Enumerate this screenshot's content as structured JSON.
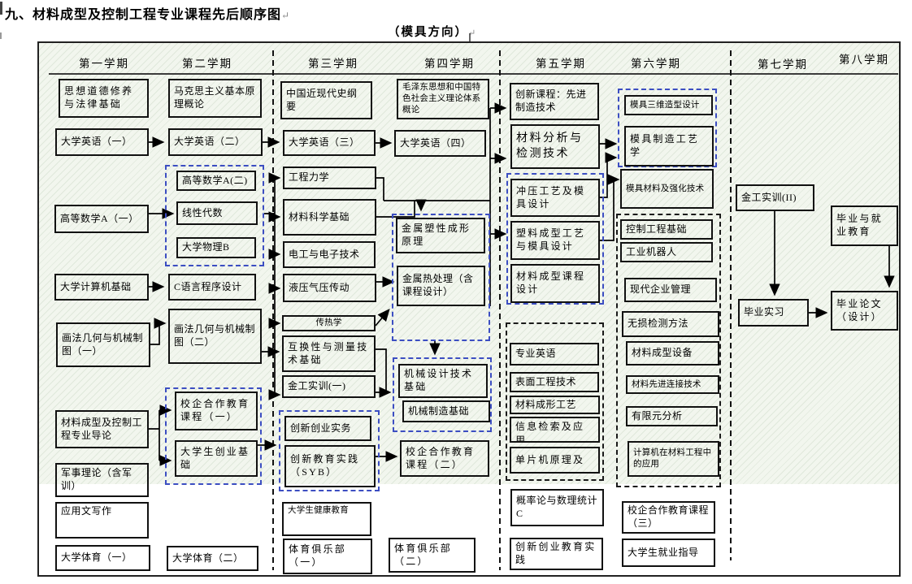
{
  "page": {
    "title": "九、材料成型及控制工程专业课程先后顺序图",
    "subtitle": "（模具方向）",
    "return_mark": "↵"
  },
  "colors": {
    "group_dashed_blue": "#3c4ec2",
    "group_dashed_black": "#1a1a1a",
    "box_border": "#111111",
    "canvas_tint": "#f2f6ee"
  },
  "columns": [
    {
      "semester": "第一学期",
      "courses": [
        "思想道德修养与法律基础",
        "大学英语（一）",
        "高等数学A（一）",
        "大学计算机基础",
        "画法几何与机械制图（一）",
        "材料成型及控制工程专业导论",
        "军事理论（含军训）",
        "应用文写作",
        "大学体育（一）"
      ]
    },
    {
      "semester": "第二学期",
      "courses": [
        "马克思主义基本原理概论",
        "大学英语（二）",
        "高等数学A(二)",
        "线性代数",
        "大学物理B",
        "C语言程序设计",
        "画法几何与机械制图（二）",
        "校企合作教育课程（一）",
        "大学生创业基础",
        "大学体育（二）"
      ]
    },
    {
      "semester": "第三学期",
      "courses": [
        "中国近现代史纲要",
        "大学英语（三）",
        "工程力学",
        "材料科学基础",
        "电工与电子技术",
        "液压气压传动",
        "传热学",
        "互换性与测量技术基础",
        "金工实训(一)",
        "创新创业实务",
        "创新教育实践（SYB）",
        "大学生健康教育",
        "体育俱乐部（一）"
      ]
    },
    {
      "semester": "第四学期",
      "courses": [
        "毛泽东思想和中国特色社会主义理论体系概论",
        "大学英语（四）",
        "金属塑性成形原理",
        "金属热处理（含课程设计）",
        "机械设计技术基础",
        "机械制造基础",
        "校企合作教育课程（二）",
        "体育俱乐部（二）"
      ]
    },
    {
      "semester": "第五学期",
      "courses": [
        "创新课程：先进制造技术",
        "材料分析与检测技术",
        "冲压工艺及模具设计",
        "塑料成型工艺与模具设计",
        "材料成型课程设计",
        "专业英语",
        "表面工程技术",
        "材料成形工艺",
        "信息检索及应用",
        "单片机原理及",
        "概率论与数理统计C",
        "创新创业教育实践"
      ]
    },
    {
      "semester": "第六学期",
      "courses": [
        "模具三维造型设计",
        "模具制造工艺学",
        "模具材料及强化技术",
        "控制工程基础",
        "工业机器人",
        "现代企业管理",
        "无损检测方法",
        "材料成型设备",
        "材料先进连接技术",
        "有限元分析",
        "计算机在材料工程中的应用",
        "校企合作教育课程（三）",
        "大学生就业指导"
      ]
    },
    {
      "semester": "第七学期",
      "courses": [
        "金工实训(II)",
        "毕业实习"
      ]
    },
    {
      "semester": "第八学期",
      "courses": [
        "毕业与就业教育",
        "毕业论文（设计）"
      ]
    }
  ]
}
